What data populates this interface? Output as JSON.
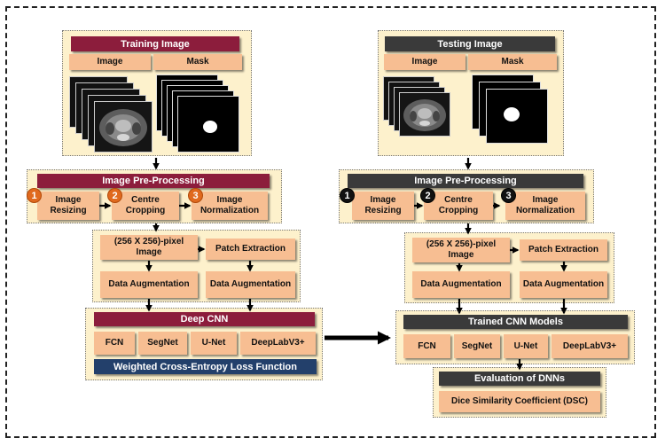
{
  "training": {
    "header": "Training Image",
    "image_label": "Image",
    "mask_label": "Mask"
  },
  "testing": {
    "header": "Testing Image",
    "image_label": "Image",
    "mask_label": "Mask"
  },
  "preprocessing_left": {
    "header": "Image Pre-Processing",
    "steps": [
      {
        "num": "1",
        "label": "Image Resizing"
      },
      {
        "num": "2",
        "label": "Centre Cropping"
      },
      {
        "num": "3",
        "label": "Image Normalization"
      }
    ]
  },
  "preprocessing_right": {
    "header": "Image Pre-Processing",
    "steps": [
      {
        "num": "1",
        "label": "Image Resizing"
      },
      {
        "num": "2",
        "label": "Centre Cropping"
      },
      {
        "num": "3",
        "label": "Image Normalization"
      }
    ]
  },
  "augmentation_left": {
    "pixel_image": "(256 X 256)-pixel Image",
    "patch_extraction": "Patch Extraction",
    "data_aug_1": "Data Augmentation",
    "data_aug_2": "Data Augmentation"
  },
  "augmentation_right": {
    "pixel_image": "(256 X 256)-pixel Image",
    "patch_extraction": "Patch Extraction",
    "data_aug_1": "Data Augmentation",
    "data_aug_2": "Data Augmentation"
  },
  "deep_cnn": {
    "header": "Deep CNN",
    "models": [
      "FCN",
      "SegNet",
      "U-Net",
      "DeepLabV3+"
    ],
    "loss": "Weighted Cross-Entropy Loss Function"
  },
  "trained_models": {
    "header": "Trained CNN Models",
    "models": [
      "FCN",
      "SegNet",
      "U-Net",
      "DeepLabV3+"
    ]
  },
  "evaluation": {
    "header": "Evaluation of DNNs",
    "metric": "Dice Similarity Coefficient (DSC)"
  },
  "colors": {
    "training_header": "#8c1d3c",
    "testing_header": "#3a3a3a",
    "loss_bar": "#23406b",
    "box_fill": "#f7be92",
    "panel_fill": "#fdf1cc"
  }
}
